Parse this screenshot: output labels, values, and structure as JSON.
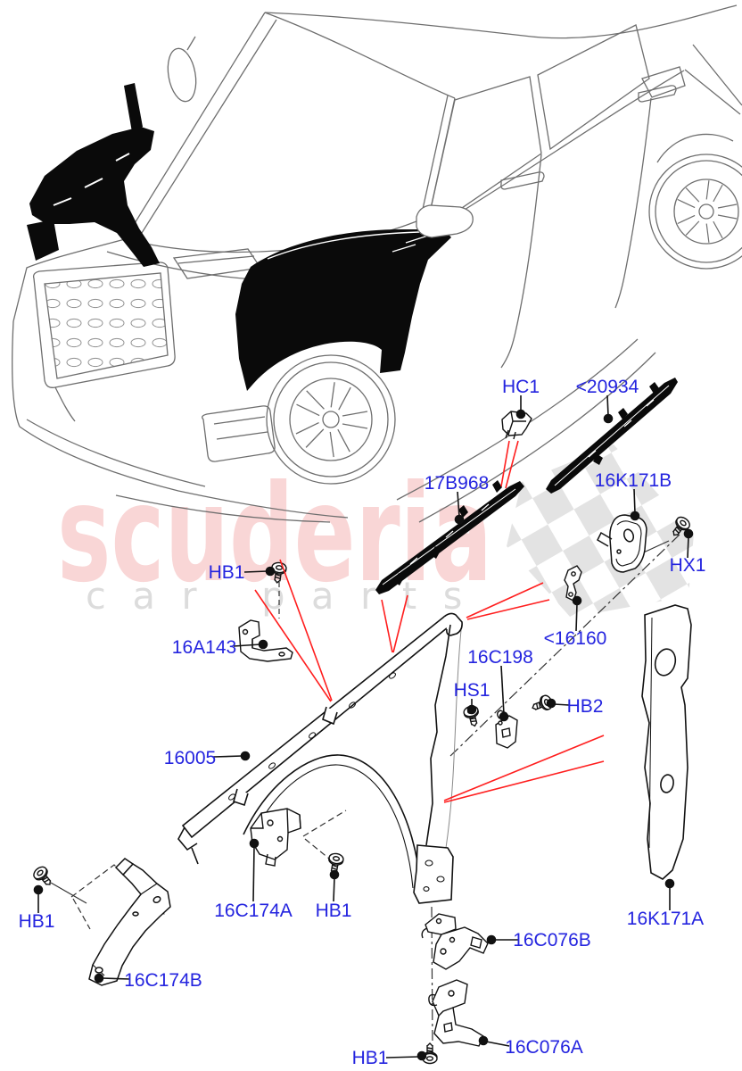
{
  "watermark": {
    "brand": "scuderia",
    "subtitle": "car parts"
  },
  "colors": {
    "label": "#2424DF",
    "pointer": "#FF1E1E",
    "line": "#111111",
    "car_line": "#6e6e6e",
    "watermark_brand": "#F9D6D6",
    "watermark_sub": "#DCDCDC",
    "checker": "#E3E3E3"
  },
  "diagram": {
    "labels": [
      {
        "id": "HC1",
        "text": "HC1"
      },
      {
        "id": "20934",
        "text": "<20934"
      },
      {
        "id": "17B968",
        "text": "17B968"
      },
      {
        "id": "16K171B",
        "text": "16K171B"
      },
      {
        "id": "HX1",
        "text": "HX1"
      },
      {
        "id": "HB1-top",
        "text": "HB1"
      },
      {
        "id": "16A143",
        "text": "16A143"
      },
      {
        "id": "16160",
        "text": "<16160"
      },
      {
        "id": "16C198",
        "text": "16C198"
      },
      {
        "id": "HS1",
        "text": "HS1"
      },
      {
        "id": "HB2",
        "text": "HB2"
      },
      {
        "id": "16005",
        "text": "16005"
      },
      {
        "id": "16C174A",
        "text": "16C174A"
      },
      {
        "id": "HB1-mid",
        "text": "HB1"
      },
      {
        "id": "HB1-left",
        "text": "HB1"
      },
      {
        "id": "16C174B",
        "text": "16C174B"
      },
      {
        "id": "16K171A",
        "text": "16K171A"
      },
      {
        "id": "16C076B",
        "text": "16C076B"
      },
      {
        "id": "16C076A",
        "text": "16C076A"
      },
      {
        "id": "HB1-bot",
        "text": "HB1"
      }
    ]
  }
}
